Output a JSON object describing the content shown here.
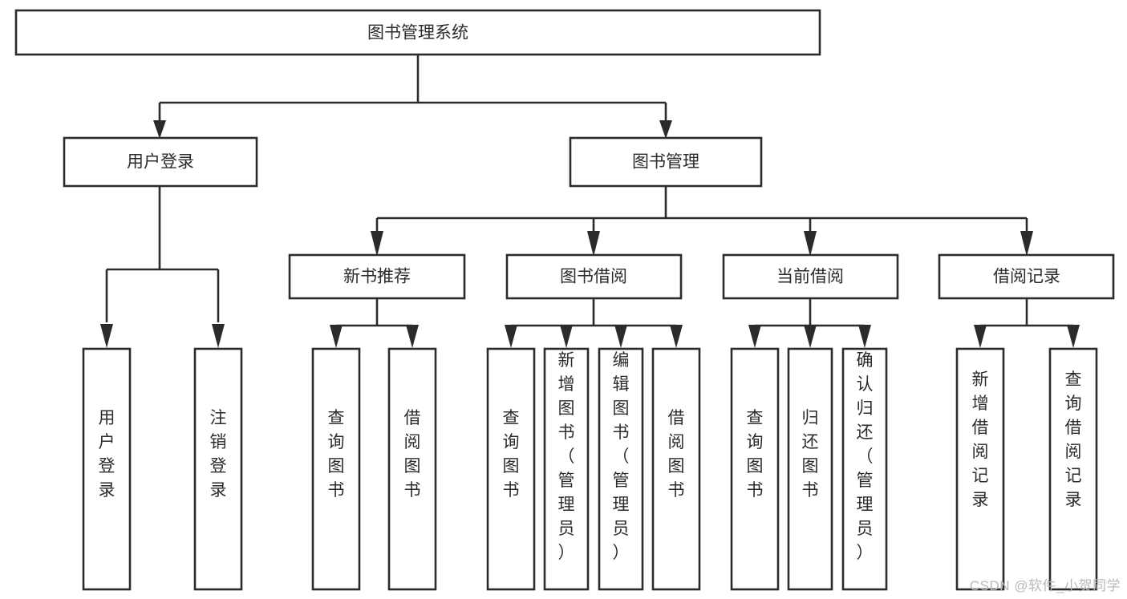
{
  "diagram": {
    "title": "图书管理系统",
    "type": "tree",
    "watermark": "CSDN @软件_小贺同学",
    "colors": {
      "stroke": "#2b2b2b",
      "box_fill": "#ffffff",
      "background": "#ffffff",
      "watermark": "#b9b9b9"
    },
    "root": {
      "label": "图书管理系统",
      "orientation": "horizontal"
    },
    "level2": [
      {
        "label": "用户登录",
        "orientation": "horizontal"
      },
      {
        "label": "图书管理",
        "orientation": "horizontal"
      }
    ],
    "level3": [
      {
        "label": "新书推荐",
        "orientation": "horizontal",
        "parent": "图书管理"
      },
      {
        "label": "图书借阅",
        "orientation": "horizontal",
        "parent": "图书管理"
      },
      {
        "label": "当前借阅",
        "orientation": "horizontal",
        "parent": "图书管理"
      },
      {
        "label": "借阅记录",
        "orientation": "horizontal",
        "parent": "图书管理"
      }
    ],
    "leaves": {
      "用户登录": [
        {
          "label": "用户登录",
          "orientation": "vertical"
        },
        {
          "label": "注销登录",
          "orientation": "vertical"
        }
      ],
      "新书推荐": [
        {
          "label": "查询图书",
          "orientation": "vertical"
        },
        {
          "label": "借阅图书",
          "orientation": "vertical"
        }
      ],
      "图书借阅": [
        {
          "label": "查询图书",
          "orientation": "vertical"
        },
        {
          "label": "新增图书（管理员）",
          "orientation": "vertical"
        },
        {
          "label": "编辑图书（管理员）",
          "orientation": "vertical"
        },
        {
          "label": "借阅图书",
          "orientation": "vertical"
        }
      ],
      "当前借阅": [
        {
          "label": "查询图书",
          "orientation": "vertical"
        },
        {
          "label": "归还图书",
          "orientation": "vertical"
        },
        {
          "label": "确认归还（管理员）",
          "orientation": "vertical"
        }
      ],
      "借阅记录": [
        {
          "label": "新增借阅记录",
          "orientation": "vertical"
        },
        {
          "label": "查询借阅记录",
          "orientation": "vertical"
        }
      ]
    }
  }
}
